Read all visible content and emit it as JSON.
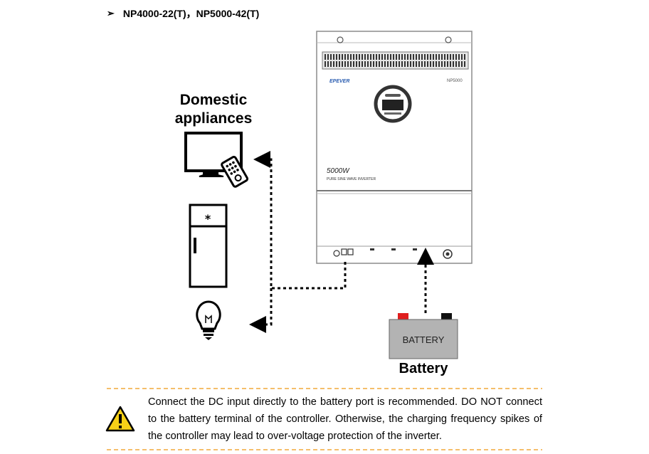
{
  "heading": {
    "bullet": "➢",
    "text": "NP4000-22(T)，NP5000-42(T)"
  },
  "inverter": {
    "brand": "EPEVER",
    "model": "NP5000",
    "power": "5000W",
    "subtitle": "PURE SINE WAVE INVERTER"
  },
  "loads": {
    "label_line1": "Domestic",
    "label_line2": "appliances",
    "icons": [
      "tv-icon",
      "refrigerator-icon",
      "light-bulb-icon"
    ]
  },
  "battery": {
    "box_text": "BATTERY",
    "label": "Battery"
  },
  "note": {
    "text": "Connect the DC input directly to the battery port is recommended. DO NOT connect to the battery terminal of the controller. Otherwise, the charging frequency spikes of the controller may lead to over-voltage protection of the inverter."
  },
  "colors": {
    "dash_border": "#f2a83a",
    "warning_yellow": "#f7d117",
    "battery_body": "#b3b3b3",
    "terminal_red": "#e01e1e",
    "inverter_line": "#8c8c8c"
  }
}
